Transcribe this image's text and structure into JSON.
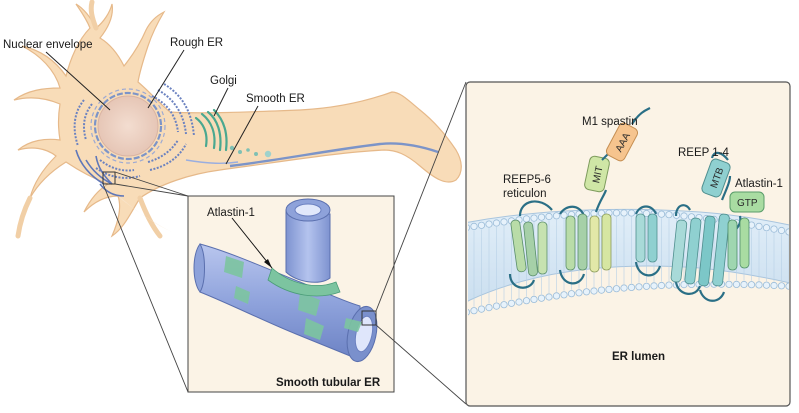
{
  "labels": {
    "nuclear_envelope": "Nuclear envelope",
    "rough_er": "Rough ER",
    "golgi": "Golgi",
    "smooth_er": "Smooth ER",
    "atlastin_inset": "Atlastin-1",
    "smooth_tubular_er": "Smooth tubular ER",
    "m1_spastin": "M1 spastin",
    "reep_1_4": "REEP 1-4",
    "reep5_6_line1": "REEP5-6",
    "reep5_6_line2": "reticulon",
    "atlastin_membrane": "Atlastin-1",
    "er_lumen": "ER lumen"
  },
  "domains": {
    "aaa": "AAA",
    "mit": "MIT",
    "mtb": "MTB",
    "gtp": "GTP"
  },
  "colors": {
    "neuron_fill": "#f8dcb8",
    "neuron_stroke": "#e6b98a",
    "er_blue": "#7c94c8",
    "tube_blue": "#9aaee0",
    "atlastin_green": "#7cc4a0",
    "membrane_blue": "#cfe3f2",
    "panel_bg": "#fbf3e6",
    "aaa_orange": "#f6c48e",
    "mit_green": "#cfe6a6",
    "mtb_teal": "#8fd0d0",
    "gtp_green": "#a9dca2"
  }
}
